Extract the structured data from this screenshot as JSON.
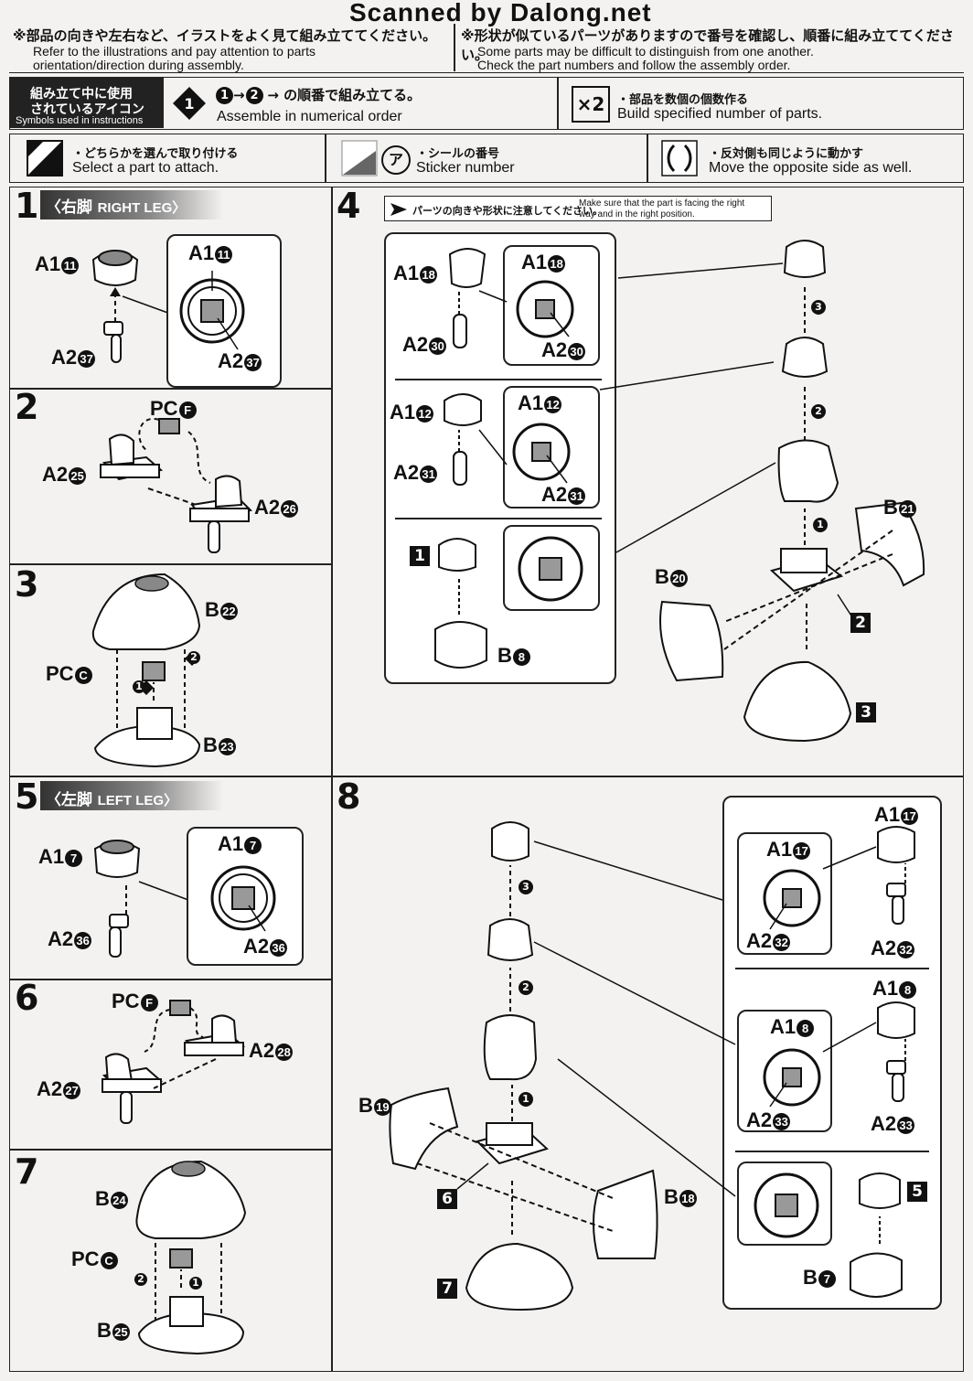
{
  "watermark": "Scanned by Dalong.net",
  "notes": {
    "left_ja": "※部品の向きや左右など、イラストをよく見て組み立ててください。",
    "left_en1": "Refer to the illustrations and pay attention to parts",
    "left_en2": "orientation/direction during assembly.",
    "right_ja": "※形状が似ているパーツがありますので番号を確認し、順番に組み立ててください。",
    "right_en1": "Some parts may be difficult to distinguish from one another.",
    "right_en2": "Check the part numbers and follow the assembly order."
  },
  "icons_legend": {
    "title_ja1": "組み立て中に使用",
    "title_ja2": "されているアイコン",
    "title_en": "Symbols used in instructions",
    "order_ja": "→ の順番で組み立てる。",
    "order_en": "Assemble in numerical order",
    "order_badge": "1",
    "order_badge2": "2",
    "multi_badge": "×2",
    "multi_ja": "・部品を数個の個数作る",
    "multi_en": "Build specified number of parts.",
    "select_ja": "・どちらかを選んで取り付ける",
    "select_en": "Select a part to attach.",
    "sticker_glyph": "ア",
    "sticker_ja": "・シールの番号",
    "sticker_en": "Sticker number",
    "opposite_ja": "・反対側も同じように動かす",
    "opposite_en": "Move the opposite side as well."
  },
  "steps": {
    "s1": {
      "num": "1",
      "title_ja": "〈右脚",
      "title_en": "RIGHT LEG〉",
      "a": "A1",
      "a_n": "11",
      "b": "A2",
      "b_n": "37",
      "da": "A1",
      "da_n": "11",
      "db": "A2",
      "db_n": "37"
    },
    "s2": {
      "num": "2",
      "pc": "PC",
      "pc_n": "F",
      "a": "A2",
      "a_n": "25",
      "b": "A2",
      "b_n": "26"
    },
    "s3": {
      "num": "3",
      "top": "B",
      "top_n": "22",
      "pc": "PC",
      "pc_n": "C",
      "bot": "B",
      "bot_n": "23",
      "o1": "1",
      "o2": "2"
    },
    "s4": {
      "num": "4",
      "caution_ja": "パーツの向きや形状に注意してください。",
      "caution_en1": "Make sure that the part is facing the right",
      "caution_en2": "way and in the right position.",
      "p1a": "A1",
      "p1a_n": "18",
      "p1b": "A2",
      "p1b_n": "30",
      "p2a": "A1",
      "p2a_n": "12",
      "p2b": "A2",
      "p2b_n": "31",
      "p3": "1",
      "p3b": "B",
      "p3b_n": "8",
      "b21": "B",
      "b21_n": "21",
      "b20": "B",
      "b20_n": "20",
      "ref2": "2",
      "ref3": "3",
      "o1": "1",
      "o2": "2",
      "o3": "3"
    },
    "s5": {
      "num": "5",
      "title_ja": "〈左脚",
      "title_en": "LEFT LEG〉",
      "a": "A1",
      "a_n": "7",
      "b": "A2",
      "b_n": "36",
      "da": "A1",
      "da_n": "7",
      "db": "A2",
      "db_n": "36"
    },
    "s6": {
      "num": "6",
      "pc": "PC",
      "pc_n": "F",
      "a": "A2",
      "a_n": "28",
      "b": "A2",
      "b_n": "27"
    },
    "s7": {
      "num": "7",
      "top": "B",
      "top_n": "24",
      "pc": "PC",
      "pc_n": "C",
      "bot": "B",
      "bot_n": "25",
      "o1": "1",
      "o2": "2"
    },
    "s8": {
      "num": "8",
      "p1a": "A1",
      "p1a_n": "17",
      "p1b": "A2",
      "p1b_n": "32",
      "p2a": "A1",
      "p2a_n": "8",
      "p2b": "A2",
      "p2b_n": "33",
      "p3": "5",
      "p3b": "B",
      "p3b_n": "7",
      "b19": "B",
      "b19_n": "19",
      "b18": "B",
      "b18_n": "18",
      "ref6": "6",
      "ref7": "7",
      "o1": "1",
      "o2": "2",
      "o3": "3"
    }
  }
}
